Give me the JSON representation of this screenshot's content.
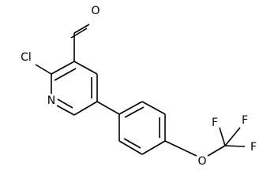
{
  "molecule": {
    "atoms": {
      "oxygen_aldehyde": "O",
      "chlorine": "Cl",
      "nitrogen": "N",
      "oxygen_ether": "O",
      "fluorine_1": "F",
      "fluorine_2": "F",
      "fluorine_3": "F"
    },
    "colors": {
      "bond": "#000000",
      "label": "#000000",
      "background": "#ffffff"
    }
  }
}
